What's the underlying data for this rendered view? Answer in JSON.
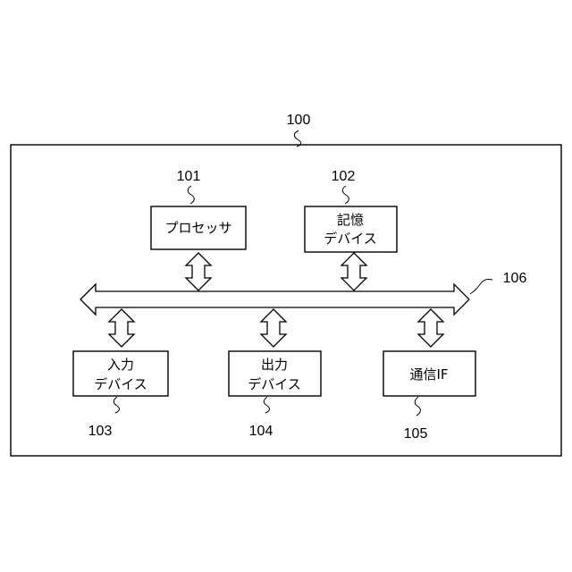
{
  "system": {
    "ref": "100"
  },
  "bus": {
    "ref": "106"
  },
  "blocks": {
    "processor": {
      "ref": "101",
      "line1": "プロセッサ"
    },
    "storage": {
      "ref": "102",
      "line1": "記憶",
      "line2": "デバイス"
    },
    "input": {
      "ref": "103",
      "line1": "入力",
      "line2": "デバイス"
    },
    "output": {
      "ref": "104",
      "line1": "出力",
      "line2": "デバイス"
    },
    "comm": {
      "ref": "105",
      "line1": "通信IF"
    }
  }
}
